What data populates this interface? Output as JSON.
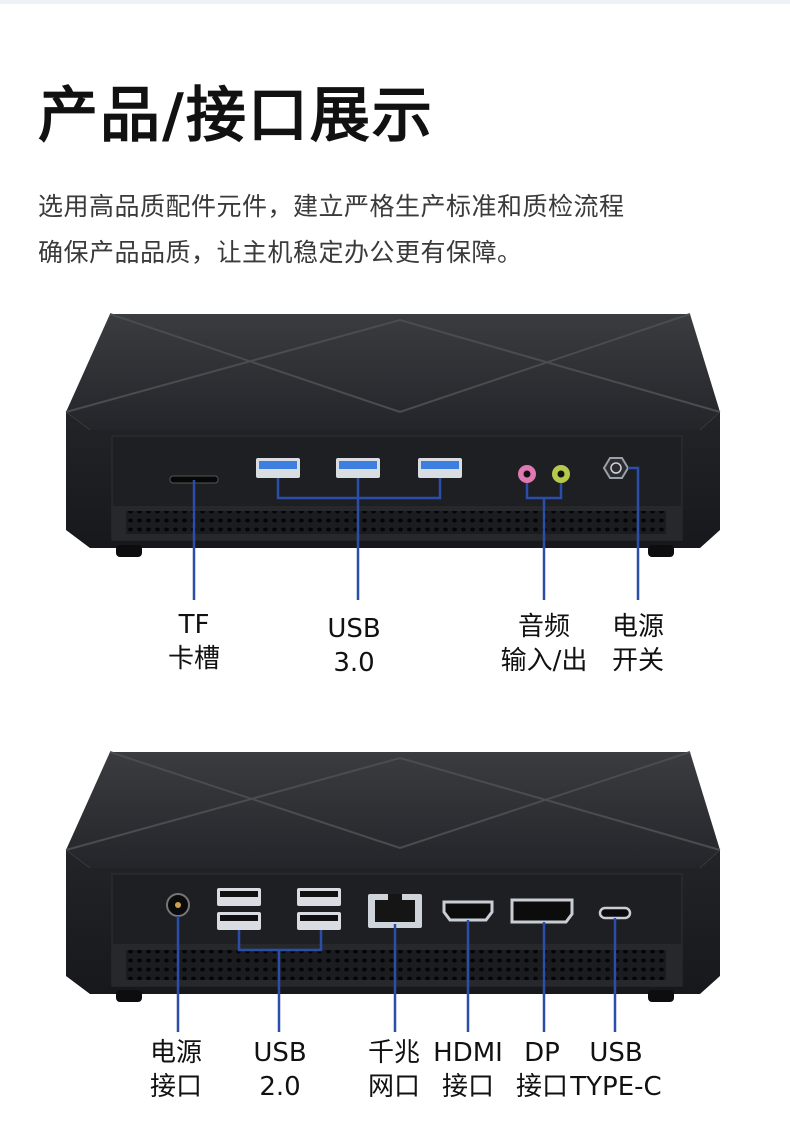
{
  "heading": {
    "title": "产品/接口展示"
  },
  "description": {
    "line1": "选用高品质配件元件，建立严格生产标准和质检流程",
    "line2": "确保产品品质，让主机稳定办公更有保障。"
  },
  "front_panel": {
    "labels": [
      {
        "id": "tf",
        "line1": "TF",
        "line2": "卡槽"
      },
      {
        "id": "usb3",
        "line1": "USB",
        "line2": "3.0"
      },
      {
        "id": "audio",
        "line1": "音频",
        "line2": "输入/出"
      },
      {
        "id": "power-switch",
        "line1": "电源",
        "line2": "开关"
      }
    ]
  },
  "rear_panel": {
    "labels": [
      {
        "id": "dc",
        "line1": "电源",
        "line2": "接口"
      },
      {
        "id": "usb2",
        "line1": "USB",
        "line2": "2.0"
      },
      {
        "id": "lan",
        "line1": "千兆",
        "line2": "网口"
      },
      {
        "id": "hdmi",
        "line1": "HDMI",
        "line2": "接口"
      },
      {
        "id": "dp",
        "line1": "DP",
        "line2": "接口"
      },
      {
        "id": "typec",
        "line1": "USB",
        "line2": "TYPE-C"
      }
    ]
  },
  "colors": {
    "callout_line": "#2b4fa8",
    "usb3_port": "#3d7fe0",
    "audio_pink": "#e078b4",
    "audio_green": "#b6c94a",
    "chassis": "#2b2d30"
  }
}
